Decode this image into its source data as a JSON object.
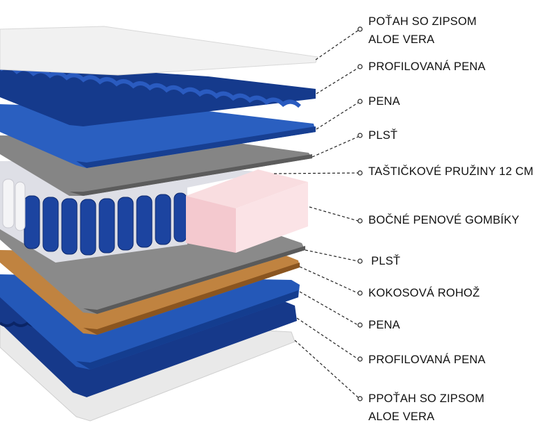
{
  "labels": [
    {
      "line1": "POŤAH SO ZIPSOM",
      "line2": "ALOE VERA"
    },
    {
      "line1": "PROFILOVANÁ PENA"
    },
    {
      "line1": "PENA"
    },
    {
      "line1": "PLSŤ"
    },
    {
      "line1": "TAŠTIČKOVÉ PRUŽINY 12 CM"
    },
    {
      "line1": "BOČNÉ PENOVÉ GOMBÍKY"
    },
    {
      "line1": "PLSŤ"
    },
    {
      "line1": "KOKOSOVÁ ROHOŽ"
    },
    {
      "line1": "PENA"
    },
    {
      "line1": "PROFILOVANÁ PENA"
    },
    {
      "line1": "PPOŤAH SO ZIPSOM",
      "line2": "ALOE VERA"
    }
  ],
  "colors": {
    "blue": "#1e4fa8",
    "dark_blue": "#0f2f7a",
    "felt": "#7a7a7a",
    "coconut": "#b9782f",
    "pink": "#f7d3d6",
    "cover": "#f0f0f0"
  }
}
